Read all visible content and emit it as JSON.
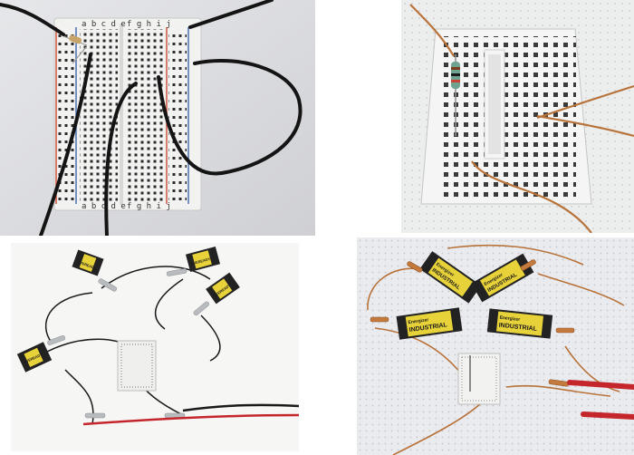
{
  "panels": {
    "top_left": {
      "breadboard_top_letters_left": "a b c d e",
      "breadboard_top_letters_right": "f g h i j",
      "breadboard_bottom_letters_left": "a b c d e",
      "breadboard_bottom_letters_right": "f g h i j"
    },
    "bottom_left": {
      "battery_label": "EVEREADY"
    },
    "bottom_right": {
      "battery_brand": "Energizer",
      "battery_label": "INDUSTRIAL"
    }
  },
  "colors": {
    "breadboard": "#eef0ee",
    "rail_red": "#d2553f",
    "rail_blue": "#4a6fb0",
    "wire_black": "#1a1a1a",
    "copper": "#b8733a",
    "battery_yellow": "#e8d23a",
    "clip_silver": "#b9bcbf",
    "probe_red": "#c4262c"
  }
}
